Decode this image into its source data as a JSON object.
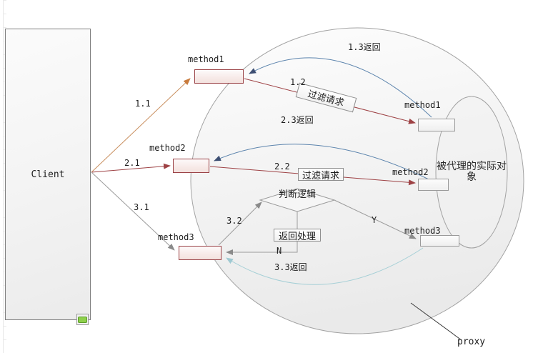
{
  "client": {
    "label": "Client"
  },
  "proxy": {
    "label": "proxy",
    "real_object": "被代理的实际对象"
  },
  "methods": {
    "proxy_side": [
      "method1",
      "method2",
      "method3"
    ],
    "real_side": [
      "method1",
      "method2",
      "method3"
    ]
  },
  "steps": {
    "s11": "1.1",
    "s21": "2.1",
    "s31": "3.1",
    "s12": "1.2",
    "s22": "2.2",
    "s32": "3.2",
    "r13": "1.3返回",
    "r23": "2.3返回",
    "r33": "3.3返回"
  },
  "nodes": {
    "filter1": "过滤请求",
    "filter2": "过滤请求",
    "decision": "判断逻辑",
    "return_process": "返回处理",
    "yes": "Y",
    "no": "N"
  },
  "colors": {
    "call_red": "#9e4245",
    "call_orange": "#c98f5f",
    "arrow_orange": "#c87a3c",
    "return_blue": "#5c84ad",
    "arrow_navy": "#3d4f73",
    "return_cyan": "#a5cfd6",
    "neutral_gray": "#999999",
    "pink_border": "#9a4145",
    "handle_green": "#8ed04c"
  }
}
